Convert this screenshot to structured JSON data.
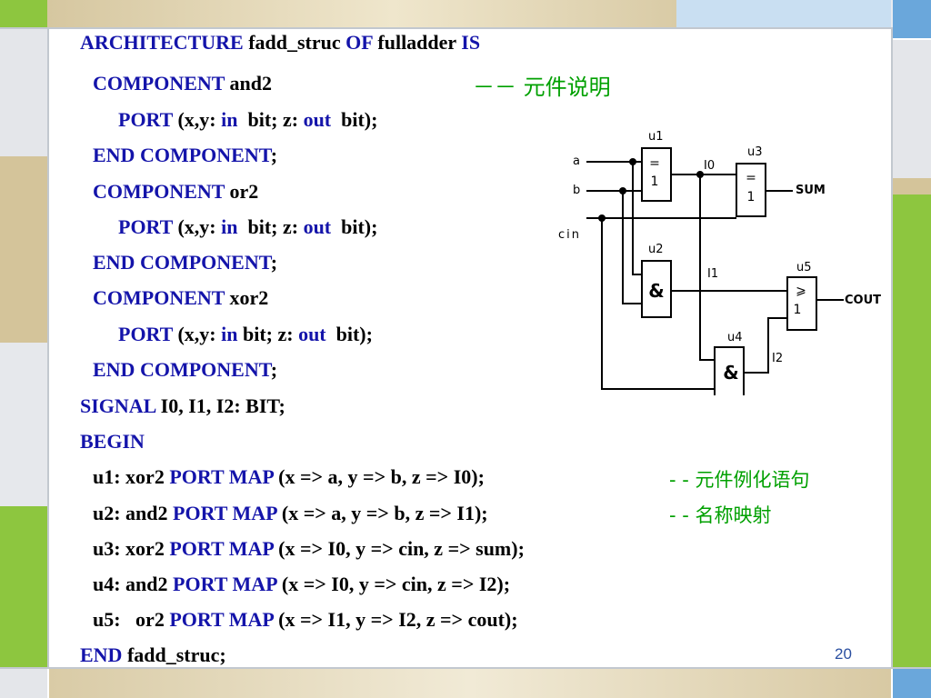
{
  "slide": {
    "page_number": "20",
    "colors": {
      "keyword": "#1414aa",
      "comment": "#00a000",
      "green": "#8dc63f",
      "tan": "#c9b78a",
      "blue": "#6aa7db"
    }
  },
  "code": {
    "l1": {
      "kw1": "ARCHITECTURE",
      "t1": " fadd_struc ",
      "kw2": "OF",
      "t2": " fulladder ",
      "kw3": "IS"
    },
    "l2": {
      "kw1": "COMPONENT",
      "t1": " and2"
    },
    "l3": {
      "kw1": "PORT",
      "t1": " (x,y: ",
      "kw2": "in",
      "t2": "  bit; z: ",
      "kw3": "out",
      "t3": "  bit);"
    },
    "l4": {
      "kw1": "END COMPONENT",
      "t1": ";"
    },
    "l5": {
      "kw1": "COMPONENT",
      "t1": " or2"
    },
    "l6": {
      "kw1": "PORT",
      "t1": " (x,y: ",
      "kw2": "in",
      "t2": "  bit; z: ",
      "kw3": "out",
      "t3": "  bit);"
    },
    "l7": {
      "kw1": "END COMPONENT",
      "t1": ";"
    },
    "l8": {
      "kw1": "COMPONENT",
      "t1": " xor2"
    },
    "l9": {
      "kw1": "PORT",
      "t1": " (x,y: ",
      "kw2": "in",
      "t2": " bit; z: ",
      "kw3": "out",
      "t3": "  bit);"
    },
    "l10": {
      "kw1": "END COMPONENT",
      "t1": ";"
    },
    "l11": {
      "kw1": "SIGNAL",
      "t1": " I0, I1, I2: BIT;"
    },
    "l12": {
      "kw1": "BEGIN"
    },
    "l13": {
      "t0": "u1: xor2 ",
      "kw1": "PORT MAP",
      "t1": " (x => a, y => b, z => I0);"
    },
    "l14": {
      "t0": "u2: and2 ",
      "kw1": "PORT MAP",
      "t1": " (x => a, y => b, z => I1);"
    },
    "l15": {
      "t0": "u3: xor2 ",
      "kw1": "PORT MAP",
      "t1": " (x => I0, y => cin, z => sum);"
    },
    "l16": {
      "t0": "u4: and2 ",
      "kw1": "PORT MAP",
      "t1": " (x => I0, y => cin, z => I2);"
    },
    "l17": {
      "t0": "u5:   or2 ",
      "kw1": "PORT MAP",
      "t1": " (x => I1, y => I2, z => cout);"
    },
    "l18": {
      "kw1": "END",
      "t1": " fadd_struc;"
    }
  },
  "comments": {
    "c1": "－－ 元件说明",
    "c2": "- - 元件例化语句",
    "c3": "- - 名称映射"
  },
  "circuit": {
    "inputs": {
      "a": "a",
      "b": "b",
      "cin": "cin"
    },
    "outputs": {
      "sum": "SUM",
      "cout": "COUT"
    },
    "signals": {
      "i0": "I0",
      "i1": "I1",
      "i2": "I2"
    },
    "gates": {
      "u1": {
        "name": "u1",
        "sym1": "=",
        "sym2": "1"
      },
      "u2": {
        "name": "u2",
        "sym": "&"
      },
      "u3": {
        "name": "u3",
        "sym1": "=",
        "sym2": "1"
      },
      "u4": {
        "name": "u4",
        "sym": "&"
      },
      "u5": {
        "name": "u5",
        "sym1": "⩾",
        "sym2": "1"
      }
    }
  }
}
